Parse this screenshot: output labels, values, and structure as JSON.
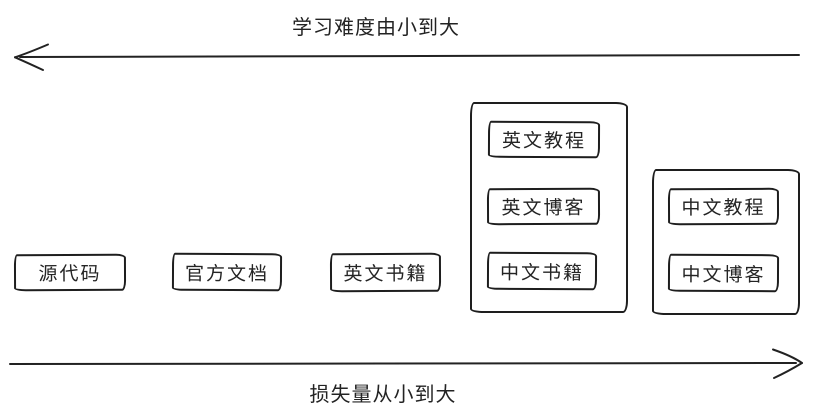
{
  "diagram": {
    "top_axis": {
      "label": "学习难度由小到大",
      "arrow_direction": "left"
    },
    "bottom_axis": {
      "label": "损失量从小到大",
      "arrow_direction": "right"
    },
    "standalone_nodes": [
      {
        "id": "source-code",
        "label": "源代码"
      },
      {
        "id": "official-docs",
        "label": "官方文档"
      },
      {
        "id": "english-books",
        "label": "英文书籍"
      }
    ],
    "groups": [
      {
        "id": "group-1",
        "items": [
          {
            "id": "english-tutorials",
            "label": "英文教程"
          },
          {
            "id": "english-blogs",
            "label": "英文博客"
          },
          {
            "id": "chinese-books",
            "label": "中文书籍"
          }
        ]
      },
      {
        "id": "group-2",
        "items": [
          {
            "id": "chinese-tutorials",
            "label": "中文教程"
          },
          {
            "id": "chinese-blogs",
            "label": "中文博客"
          }
        ]
      }
    ],
    "colors": {
      "stroke": "#1e1e1e",
      "background": "#ffffff"
    }
  }
}
